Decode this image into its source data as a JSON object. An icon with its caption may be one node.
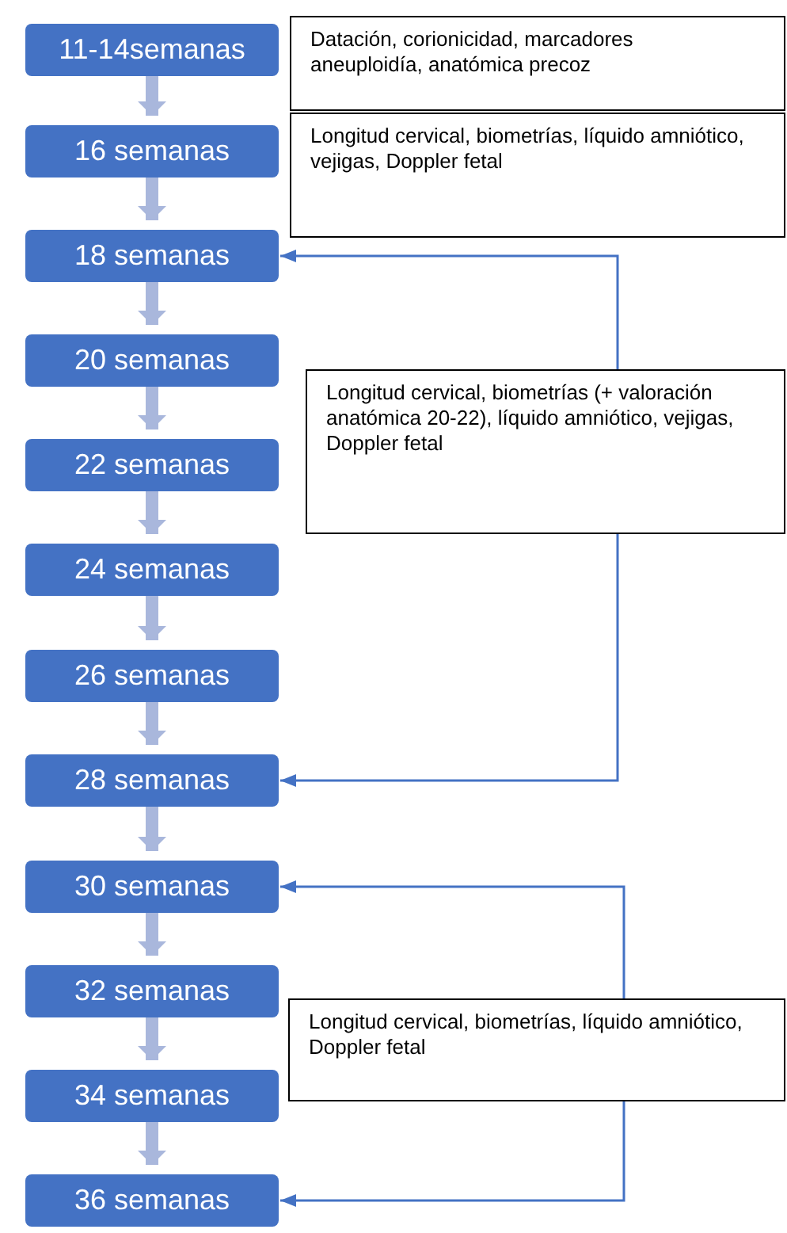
{
  "diagram": {
    "nodes": [
      {
        "text": [
          "11-14semanas"
        ]
      },
      {
        "text": [
          "16 semanas"
        ]
      },
      {
        "text": [
          "18 semanas"
        ]
      },
      {
        "text": [
          "20 semanas"
        ]
      },
      {
        "text": [
          "22 semanas"
        ]
      },
      {
        "text": [
          "24 semanas"
        ]
      },
      {
        "text": [
          "26 semanas"
        ]
      },
      {
        "text": [
          "28 semanas"
        ]
      },
      {
        "text": [
          "30 semanas"
        ]
      },
      {
        "text": [
          "32 semanas"
        ]
      },
      {
        "text": [
          "34 semanas"
        ]
      },
      {
        "text": [
          "36 semanas"
        ]
      },
      {
        "text": [
          "Datación, corionicidad, marcadores aneuploidía, anatómica precoz"
        ]
      },
      {
        "text": [
          "Longitud cervical, biometrías, líquido amniótico, vejigas, Doppler fetal"
        ]
      },
      {
        "text": [
          "Longitud cervical, biometrías (+ valoración anatómica 20-22), líquido amniótico, vejigas, Doppler fetal"
        ]
      },
      {
        "text": [
          "Longitud cervical, biometrías, líquido amniótico, Doppler fetal"
        ]
      }
    ],
    "edges": [
      {
        "from": 0,
        "to": 1,
        "arrow": "to"
      },
      {
        "from": 1,
        "to": 2,
        "arrow": "to"
      },
      {
        "from": 2,
        "to": 3,
        "arrow": "to"
      },
      {
        "from": 3,
        "to": 4,
        "arrow": "to"
      },
      {
        "from": 4,
        "to": 5,
        "arrow": "to"
      },
      {
        "from": 5,
        "to": 6,
        "arrow": "to"
      },
      {
        "from": 6,
        "to": 7,
        "arrow": "to"
      },
      {
        "from": 7,
        "to": 8,
        "arrow": "to"
      },
      {
        "from": 8,
        "to": 9,
        "arrow": "to"
      },
      {
        "from": 9,
        "to": 10,
        "arrow": "to"
      },
      {
        "from": 10,
        "to": 11,
        "arrow": "to"
      },
      {
        "from": 14,
        "to": 2,
        "arrow": "to",
        "color": "#4472c4"
      },
      {
        "from": 14,
        "to": 7,
        "arrow": "to",
        "color": "#4472c4"
      },
      {
        "from": 15,
        "to": 8,
        "arrow": "to",
        "color": "#4472c4"
      },
      {
        "from": 15,
        "to": 11,
        "arrow": "to",
        "color": "#4472c4"
      }
    ]
  }
}
